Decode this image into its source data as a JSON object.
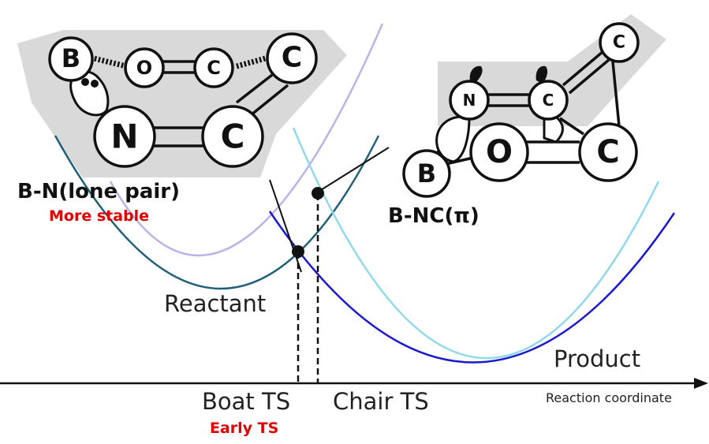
{
  "molecule_left": {
    "title": "B-N(lone pair)",
    "note": "More stable",
    "atoms": [
      "B",
      "O",
      "C",
      "C",
      "N",
      "C"
    ]
  },
  "molecule_right": {
    "title": "B-NC(π)",
    "title_greek": "π",
    "atoms": [
      "C",
      "N",
      "C",
      "B",
      "O",
      "C"
    ]
  },
  "curve_labels": {
    "reactant": "Reactant",
    "product": "Product"
  },
  "axis": {
    "x_label": "Reaction coordinate"
  },
  "ts_labels": {
    "boat": "Boat TS",
    "boat_note": "Early TS",
    "chair": "Chair TS"
  },
  "colors": {
    "reactant_boat": "#1f5f7a",
    "reactant_chair": "#b8b4e8",
    "product_boat": "#1a1acc",
    "product_chair": "#8fd8ee",
    "highlight_shape": "#d9d9d9",
    "note_red": "#e00000"
  }
}
